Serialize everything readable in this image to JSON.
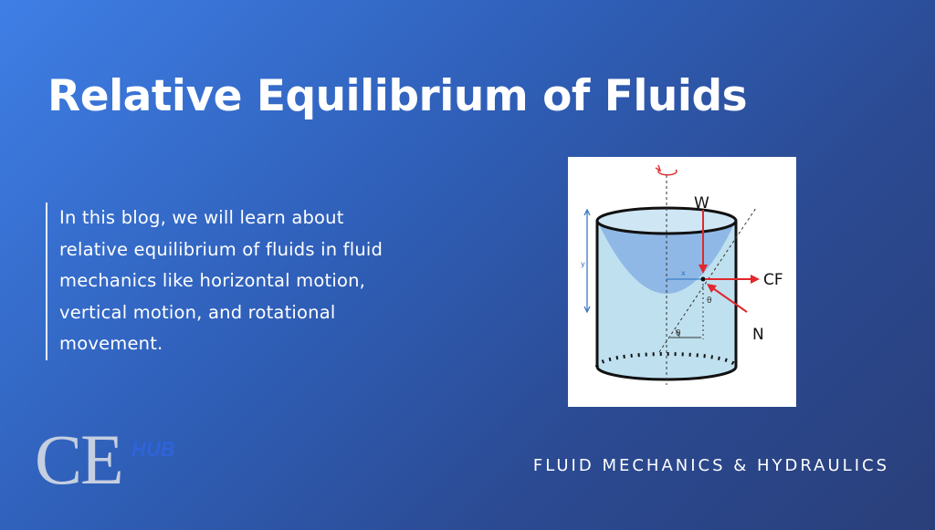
{
  "header": {
    "title": "Relative Equilibrium of Fluids"
  },
  "intro": {
    "text": "In this blog, we will learn about relative equilibrium of fluids in fluid mechanics like horizontal motion, vertical motion, and rotational movement."
  },
  "figure": {
    "labels": {
      "weight": "W",
      "centrifugal_force": "CF",
      "normal": "N",
      "x": "x",
      "y": "y",
      "theta_top": "θ",
      "theta_bottom": "θ"
    },
    "colors": {
      "force_arrow": "#e0282d",
      "water": "#bfe0ef",
      "paraboloid": "#8fb8e6",
      "dimension": "#2a6fc0"
    }
  },
  "logo": {
    "ce": "CE",
    "hub": "HUB"
  },
  "footer": {
    "category": "FLUID MECHANICS & HYDRAULICS"
  },
  "colors": {
    "background_start": "#3f7fe6",
    "background_end": "#2a3f7a"
  }
}
